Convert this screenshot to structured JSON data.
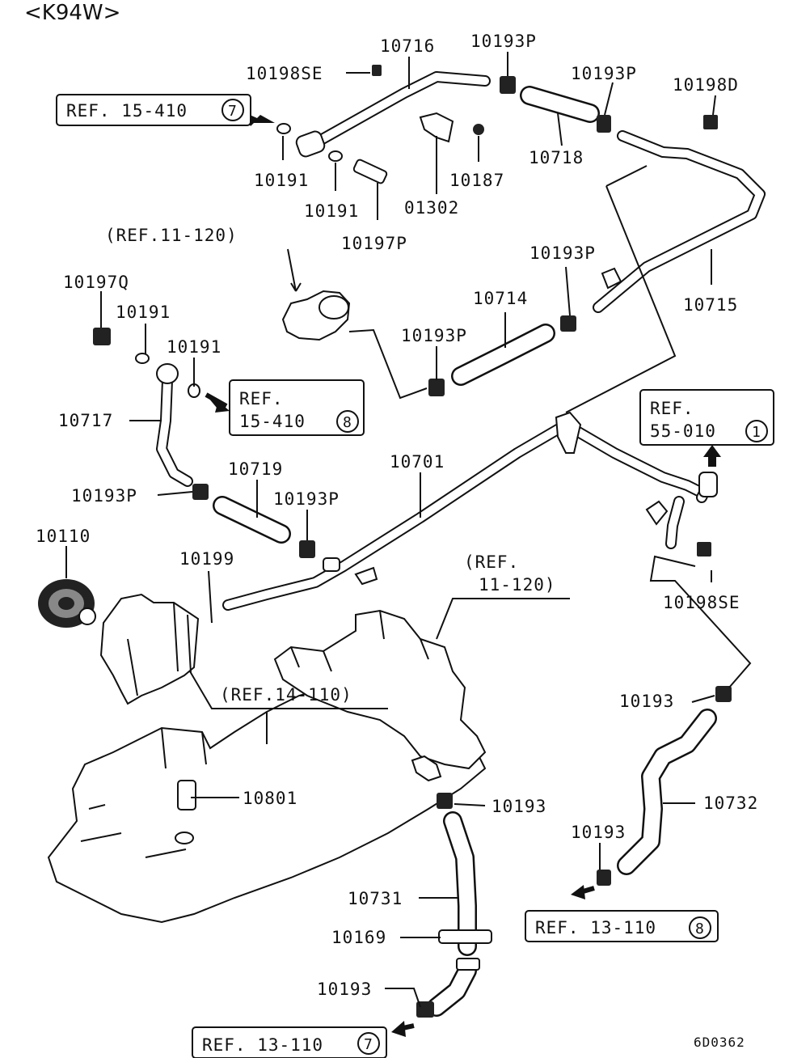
{
  "header": {
    "model": "<K94W>"
  },
  "figure_code": "6D0362",
  "labels": {
    "p10716": "10716",
    "p10193p_top": "10193P",
    "p10198se_top": "10198SE",
    "p10193p_tr": "10193P",
    "p10198d": "10198D",
    "p10191_a": "10191",
    "p10191_b": "10191",
    "p10187": "10187",
    "p01302": "01302",
    "p10197p": "10197P",
    "p10718": "10718",
    "ref11_120_a": "(REF.11-120)",
    "p10193p_mid": "10193P",
    "p10714": "10714",
    "p10715": "10715",
    "p10197q": "10197Q",
    "p10191_c": "10191",
    "p10191_d": "10191",
    "p10193p_l": "10193P",
    "p10717": "10717",
    "p10719": "10719",
    "p10701": "10701",
    "p10193p_ll": "10193P",
    "p10193p_lr": "10193P",
    "p10110": "10110",
    "p10199": "10199",
    "ref11_120_b_1": "(REF.",
    "ref11_120_b_2": "11-120)",
    "p10198se_r": "10198SE",
    "ref14_110": "(REF.14-110)",
    "p10193_r": "10193",
    "p10732": "10732",
    "p10801": "10801",
    "p10193_c": "10193",
    "p10193_rl": "10193",
    "p10731": "10731",
    "p10169": "10169",
    "p10193_b": "10193"
  },
  "refs": {
    "ref15_410_7": {
      "text": "REF. 15-410",
      "num": "7"
    },
    "ref15_410_8": {
      "line1": "REF.",
      "line2": "15-410",
      "num": "8"
    },
    "ref55_010_1": {
      "line1": "REF.",
      "line2": "55-010",
      "num": "1"
    },
    "ref13_110_8": {
      "text": "REF. 13-110",
      "num": "8"
    },
    "ref13_110_7": {
      "text": "REF. 13-110",
      "num": "7"
    }
  }
}
